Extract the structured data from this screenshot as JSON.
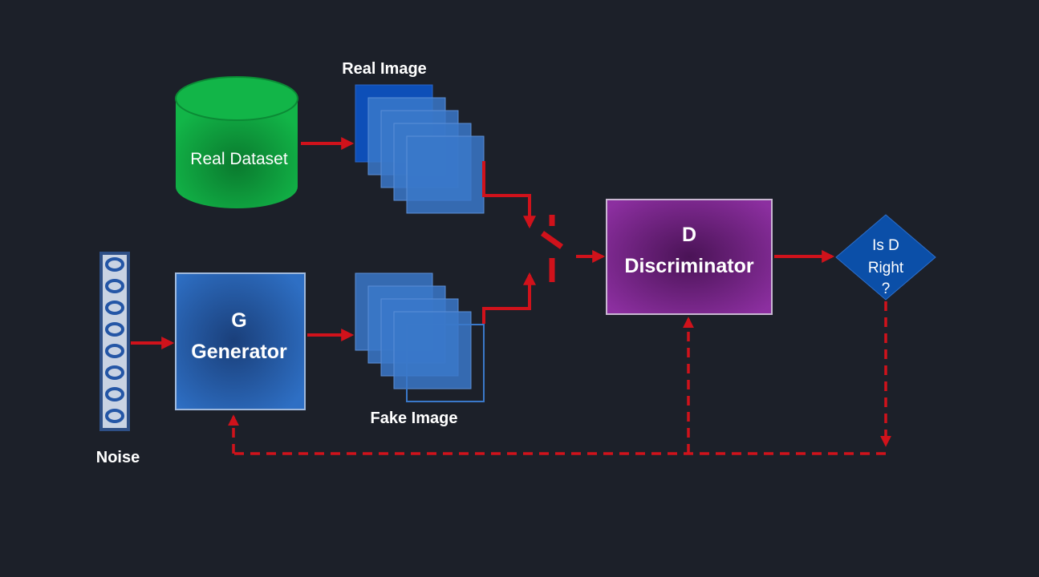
{
  "labels": {
    "real_dataset": "Real Dataset",
    "real_image": "Real Image",
    "fake_image": "Fake Image",
    "noise": "Noise",
    "generator_letter": "G",
    "generator_name": "Generator",
    "discriminator_letter": "D",
    "discriminator_name": "Discriminator",
    "decision_line1": "Is D",
    "decision_line2": "Right",
    "decision_line3": "?"
  },
  "colors": {
    "background": "#1c2029",
    "dataset_green": "#12b548",
    "dataset_dark": "#0a7a2e",
    "generator_blue": "#2e6fc4",
    "generator_dark": "#1a3f7a",
    "discriminator_purple": "#8c2fa0",
    "discriminator_dark": "#4a1356",
    "decision_blue": "#0b4fa8",
    "arrow_red": "#d0121b",
    "image_blue": "#3a78c9",
    "real_front_blue": "#0d4fb8",
    "noise_border": "#6b8fc9",
    "text": "#ffffff"
  }
}
